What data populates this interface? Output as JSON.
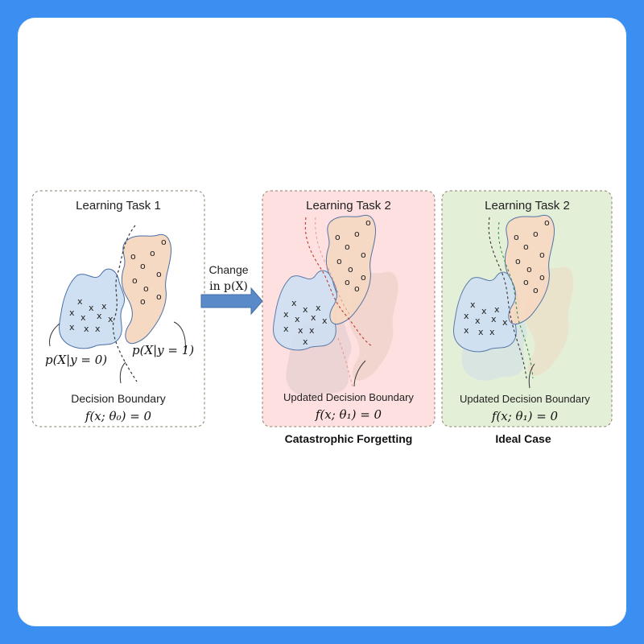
{
  "colors": {
    "background": "#3b8ff0",
    "card": "#ffffff",
    "panel_forgetting": "#fde0df",
    "panel_ideal": "#e4efd8",
    "class0_blob": "#cfe0f3",
    "class1_blob": "#f6d9c3",
    "arrow": "#5b8ac9"
  },
  "panel1": {
    "title": "Learning Task 1",
    "label_class0": "p(X|y = 0)",
    "label_class1": "p(X|y = 1)",
    "boundary_label": "Decision Boundary",
    "boundary_eq": "f(x; θ₀) = 0"
  },
  "arrow": {
    "line1": "Change",
    "line2": "in p(X)"
  },
  "panel2": {
    "title": "Learning Task 2",
    "boundary_label": "Updated Decision Boundary",
    "boundary_eq": "f(x; θ₁) = 0",
    "caption": "Catastrophic Forgetting"
  },
  "panel3": {
    "title": "Learning Task 2",
    "boundary_label": "Updated Decision Boundary",
    "boundary_eq": "f(x; θ₁) = 0",
    "caption": "Ideal Case"
  },
  "markers": {
    "cross": "x",
    "circle": "o"
  }
}
